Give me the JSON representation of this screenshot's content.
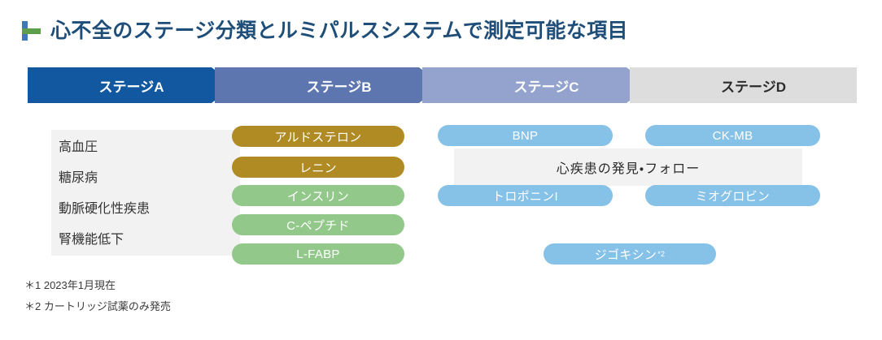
{
  "header": {
    "title": "心不全のステージ分類とルミパルスシステムで測定可能な項目",
    "icon": "flag-bracket-icon",
    "title_color": "#1F4E79",
    "icon_colors": {
      "vertical": "#3C78BE",
      "horizontal": "#5C9E49"
    }
  },
  "stages": [
    {
      "label": "ステージA",
      "fill": "#1158A0",
      "text_color": "#FFFFFF"
    },
    {
      "label": "ステージB",
      "fill": "#5D76AF",
      "text_color": "#FFFFFF"
    },
    {
      "label": "ステージC",
      "fill": "#93A3CE",
      "text_color": "#FFFFFF"
    },
    {
      "label": "ステージD",
      "fill": "#DDDDDD",
      "text_color": "#2B2B2B"
    }
  ],
  "risk_factors": {
    "panel_color": "#F2F2F2",
    "items": [
      {
        "label": "高血圧"
      },
      {
        "label": "糖尿病"
      },
      {
        "label": "動脈硬化性疾患"
      },
      {
        "label": "腎機能低下"
      }
    ]
  },
  "stage_b_markers": [
    {
      "label": "アルドステロン",
      "color": "#B08A22"
    },
    {
      "label": "レニン",
      "color": "#B08A22"
    },
    {
      "label": "インスリン",
      "color": "#92C88A"
    },
    {
      "label": "C-ペプチド",
      "color": "#92C88A"
    },
    {
      "label": "L-FABP",
      "color": "#92C88A"
    }
  ],
  "stage_c_markers": [
    {
      "label": "BNP",
      "color": "#86C1E8"
    },
    {
      "label": "トロポニンI",
      "color": "#86C1E8"
    }
  ],
  "stage_d_markers": [
    {
      "label": "CK-MB",
      "color": "#86C1E8"
    },
    {
      "label": "ミオグロビン",
      "color": "#86C1E8"
    }
  ],
  "center_band": {
    "label": "心疾患の発見・フォロー",
    "panel_color": "#F2F2F2"
  },
  "digoxin": {
    "label": "ジゴキシン",
    "footnote_marker": "*2",
    "color": "#86C1E8"
  },
  "footnotes": [
    {
      "text": "＊1 2023年1月現在"
    },
    {
      "text": "＊2 カートリッジ試薬のみ発売"
    }
  ]
}
